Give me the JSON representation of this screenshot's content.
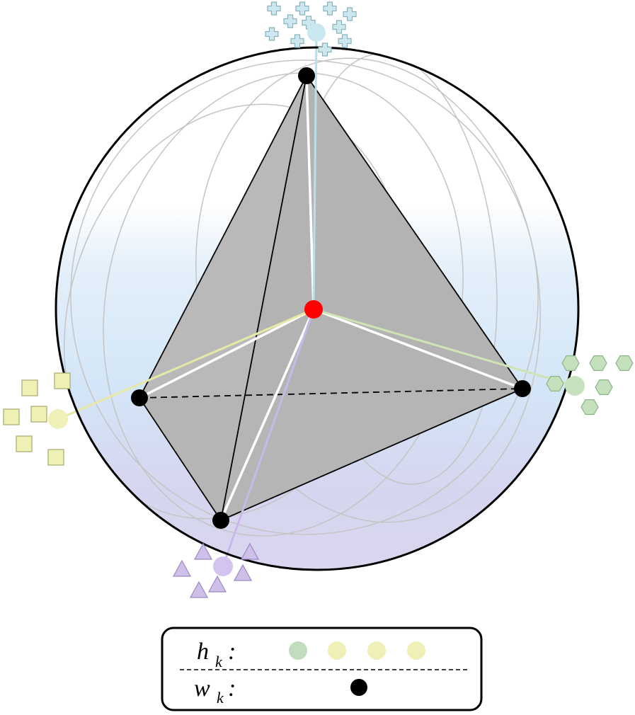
{
  "legend": {
    "h_symbol": "h",
    "h_subscript": "k",
    "w_symbol": "w",
    "w_subscript": "k",
    "colon": ":",
    "h_colors": [
      "#c2dcbf",
      "#eef0b8",
      "#eef0b8",
      "#eef0b8"
    ],
    "w_color": "#000000"
  },
  "colors": {
    "center": "#ff0000",
    "vertex": "#000000",
    "tetra_fill": "#b5b5b5",
    "sphere_top": "#ffffff",
    "sphere_mid": "#d6e8f7",
    "sphere_bottom": "#d7d6ef",
    "cross_cluster": "#cce8ee",
    "hexagon_cluster": "#c5e0bd",
    "square_cluster": "#eef0b4",
    "triangle_cluster": "#cfc0ea"
  }
}
